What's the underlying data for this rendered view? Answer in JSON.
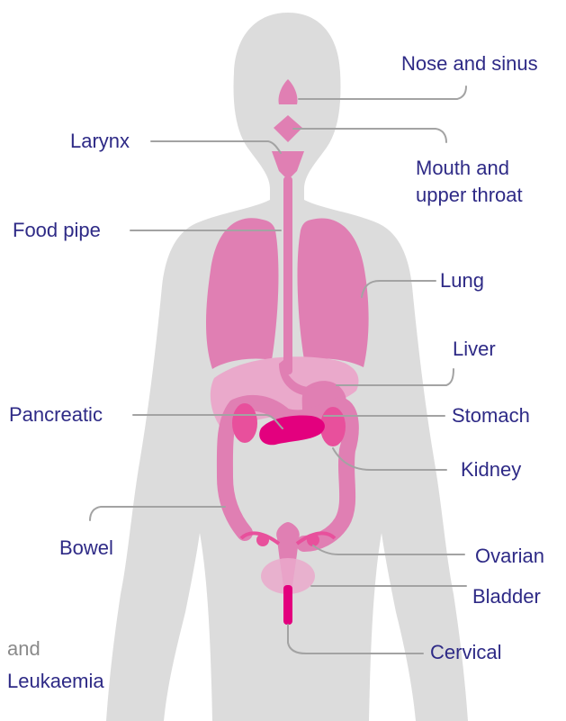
{
  "labels": {
    "nose_and_sinus": "Nose and sinus",
    "larynx": "Larynx",
    "mouth_and_upper_throat_line1": "Mouth and",
    "mouth_and_upper_throat_line2": "upper throat",
    "food_pipe": "Food pipe",
    "lung": "Lung",
    "liver": "Liver",
    "pancreatic": "Pancreatic",
    "stomach": "Stomach",
    "kidney": "Kidney",
    "bowel": "Bowel",
    "ovarian": "Ovarian",
    "bladder": "Bladder",
    "cervical": "Cervical",
    "partial_line": "and",
    "leukaemia": "Leukaemia"
  },
  "colors": {
    "silhouette": "#dcdcdc",
    "organ": "#e07fb3",
    "organ_highlight": "#e3007e",
    "label_text": "#2e2a86",
    "leader_line": "#a3a3a3"
  }
}
